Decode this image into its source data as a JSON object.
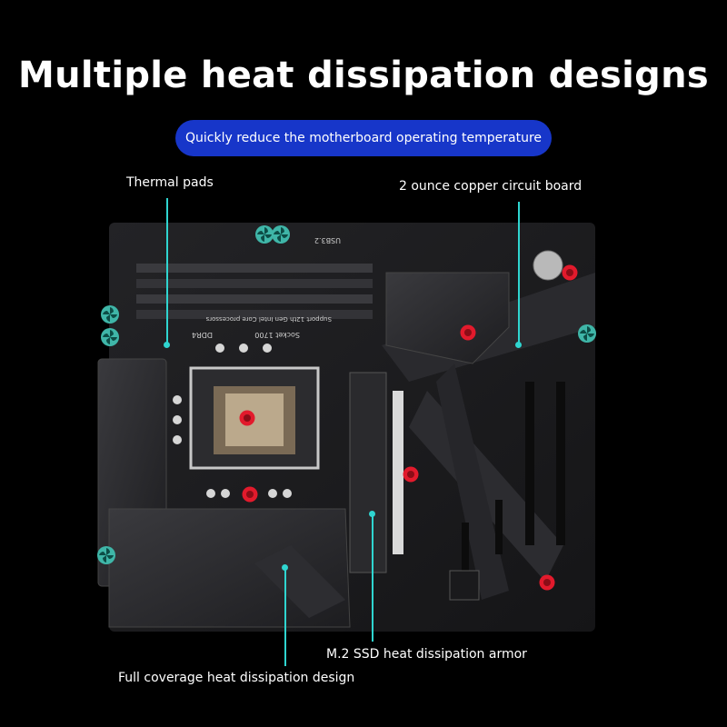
{
  "title": "Multiple heat dissipation designs",
  "subtitle": "Quickly reduce the motherboard operating temperature",
  "callouts": {
    "thermal_pads": "Thermal pads",
    "copper_board": "2 ounce copper circuit board",
    "m2_armor": "M.2 SSD heat dissipation armor",
    "full_coverage": "Full coverage heat dissipation design"
  },
  "board_text": {
    "socket": "Socket 1700",
    "support": "Support 12th Gen Intel Core processors",
    "ddr": "DDR4",
    "usb": "USB3.2"
  },
  "colors": {
    "accent_pill": "#1736c9",
    "leader": "#2fd5d0",
    "hot_marker": "#e21a2c",
    "fan_marker": "#3fb6a8"
  }
}
